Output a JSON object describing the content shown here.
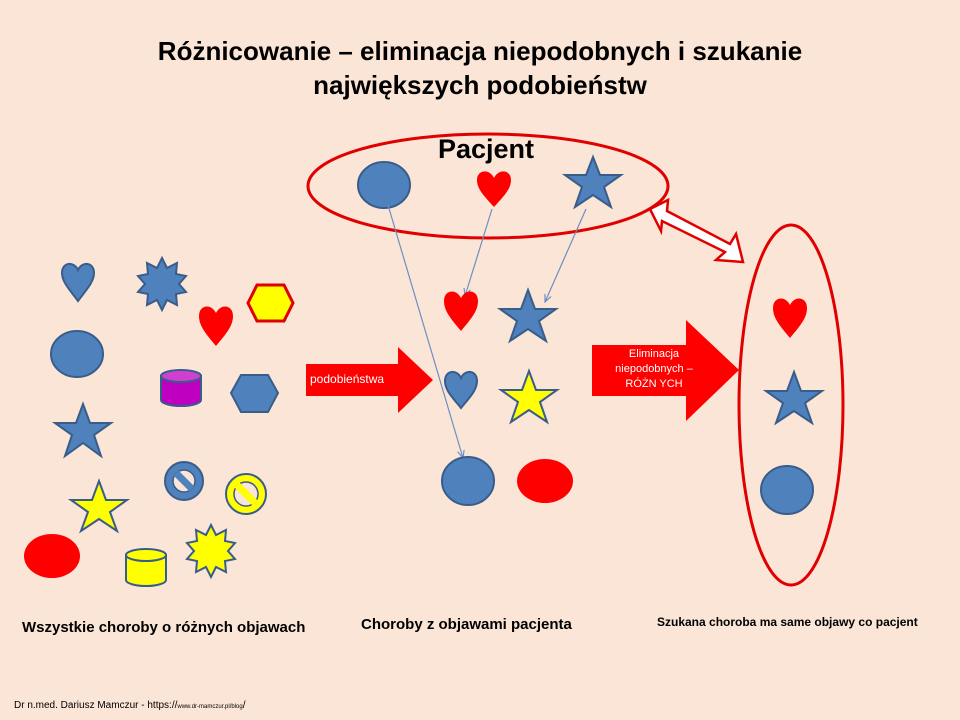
{
  "title": {
    "line1": "Różnicowanie – eliminacja niepodobnych i szukanie",
    "line2": "największych podobieństw"
  },
  "patient": {
    "label": "Pacjent"
  },
  "arrows": {
    "similarity": {
      "label": "podobieństwa"
    },
    "elimination": {
      "line1": "Eliminacja",
      "line2": "niepodobnych  –",
      "line3": "RÓŻN YCH"
    }
  },
  "captions": {
    "all_diseases": "Wszystkie choroby o różnych  objawach",
    "patient_diseases": "Choroby z objawami pacjenta",
    "searched_disease": "Szukana choroba ma same objawy co pacjent"
  },
  "footer": {
    "author": "Dr n.med. Dariusz Mamczur - https://",
    "url": "www.dr-mamczur.pl/blog",
    "tail": "/"
  },
  "colors": {
    "background": "#fbe5d6",
    "blue": "#4f81bd",
    "blue_stroke": "#385d8a",
    "red": "#ff0000",
    "yellow": "#ffff00",
    "purple": "#c000c0"
  }
}
